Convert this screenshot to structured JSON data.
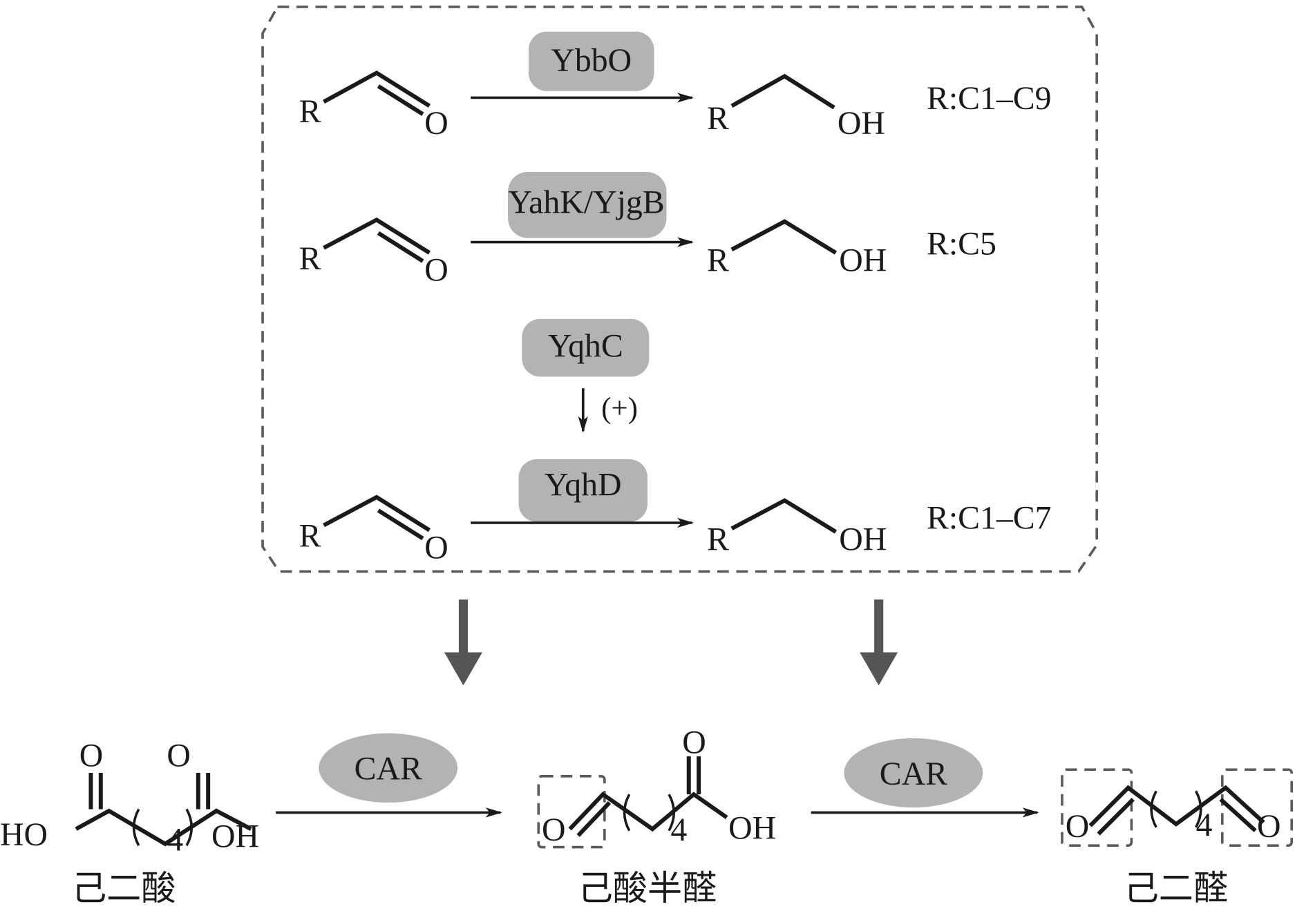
{
  "figure": {
    "type": "biosynthetic pathway scheme",
    "colors": {
      "enzyme_fill": "#b3b3b3",
      "dashed_box": "#5a5a5a",
      "thick_arrow": "#555555",
      "text": "#1a1a1a"
    }
  },
  "box": {
    "reactions": [
      {
        "substrate": {
          "r": "R",
          "o": "O"
        },
        "enzyme": "YbbO",
        "product": {
          "r": "R",
          "oh": "OH"
        },
        "range": "R:C1–C9"
      },
      {
        "substrate": {
          "r": "R",
          "o": "O"
        },
        "enzyme": "YahK/YjgB",
        "product": {
          "r": "R",
          "oh": "OH"
        },
        "range": "R:C5"
      },
      {
        "substrate": {
          "r": "R",
          "o": "O"
        },
        "enzyme": "YqhD",
        "product": {
          "r": "R",
          "oh": "OH"
        },
        "range": "R:C1–C7"
      }
    ],
    "regulator": {
      "enzyme": "YqhC",
      "effect": "(+)"
    }
  },
  "pathway": {
    "enzyme1": "CAR",
    "enzyme2": "CAR",
    "adipic_acid": {
      "name": "己二酸",
      "o1": "O",
      "o2": "O",
      "ho": "HO",
      "oh": "OH",
      "n": "4"
    },
    "semialdehyde": {
      "name": "己酸半醛",
      "o_ald": "O",
      "o_top": "O",
      "oh": "OH",
      "n": "4"
    },
    "dialdehyde": {
      "name": "己二醛",
      "o_left": "O",
      "o_right": "O",
      "n": "4"
    }
  }
}
